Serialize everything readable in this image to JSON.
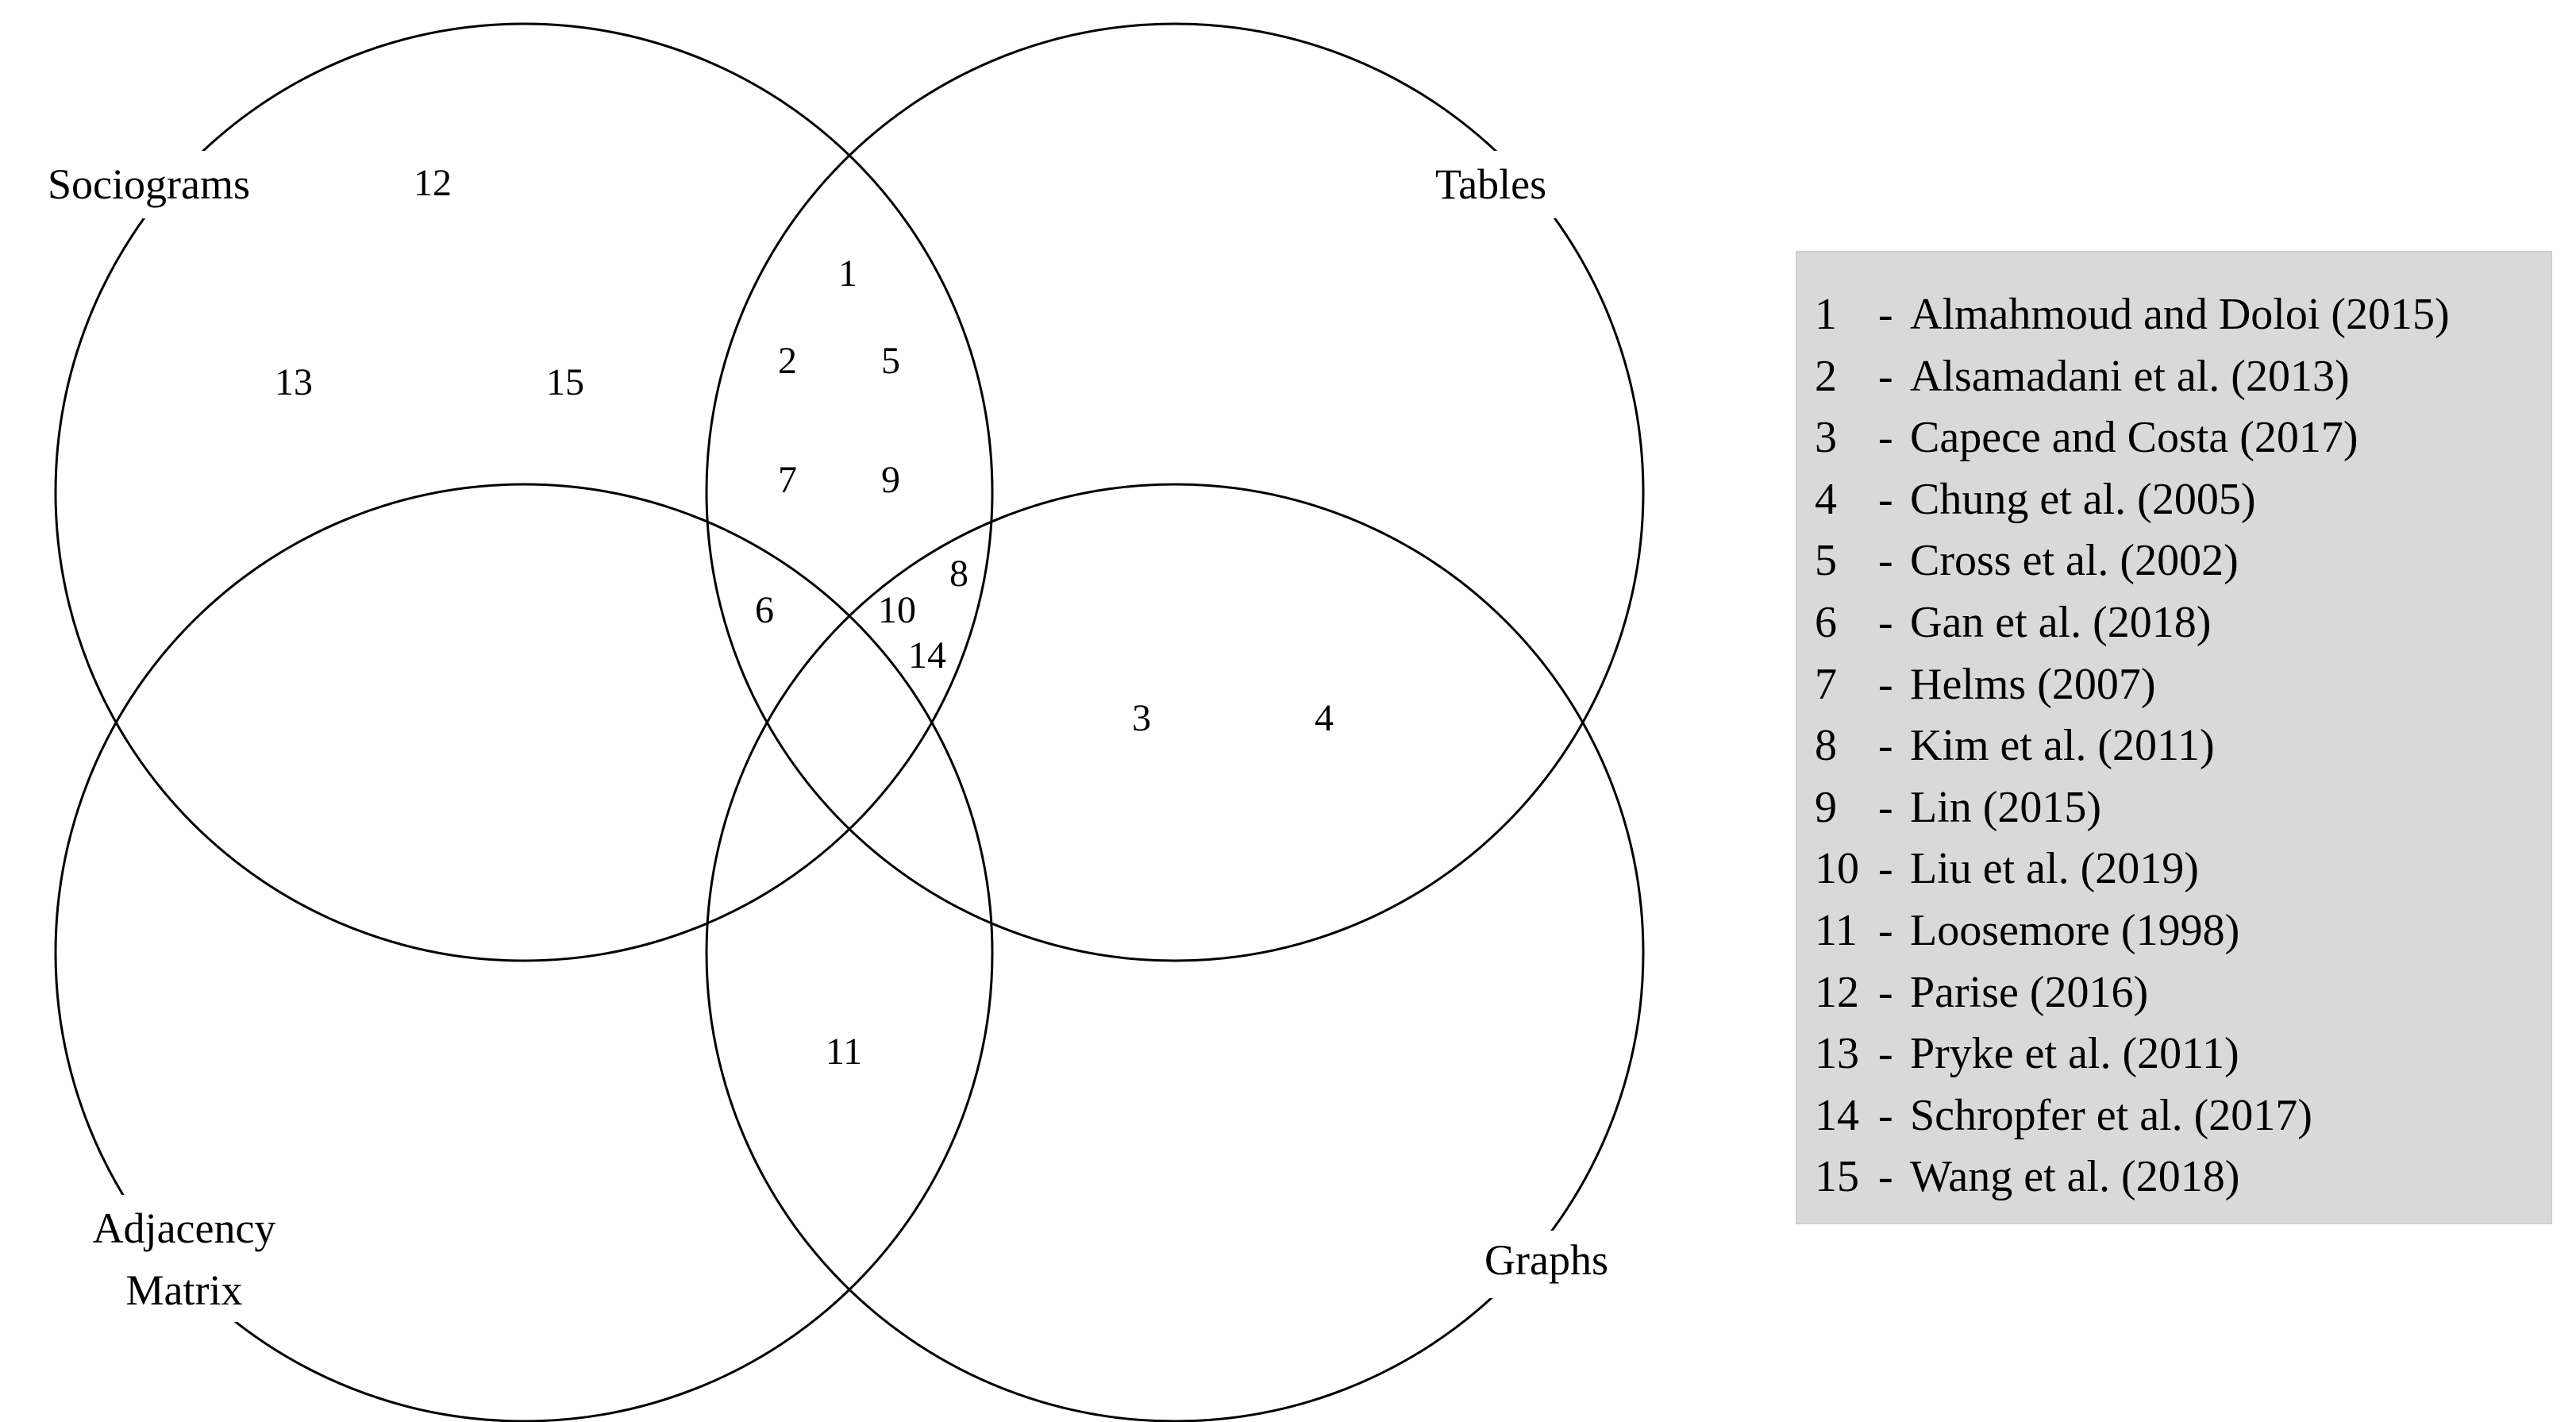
{
  "sets": {
    "sociograms": "Sociograms",
    "tables": "Tables",
    "adjacency_matrix": [
      "Adjacency",
      "Matrix"
    ],
    "graphs": "Graphs"
  },
  "region_numbers": {
    "sociograms_only": [
      "12",
      "13",
      "15"
    ],
    "sociograms_and_tables": [
      "1",
      "2",
      "5",
      "7",
      "9"
    ],
    "sociograms_tables_adjacency": [
      "6"
    ],
    "sociograms_tables_graphs": [
      "8",
      "14"
    ],
    "all_four": [
      "10"
    ],
    "tables_and_graphs": [
      "3",
      "4"
    ],
    "adjacency_and_graphs": [
      "11"
    ]
  },
  "legend": [
    {
      "num": "1",
      "ref": "Almahmoud and Doloi (2015)"
    },
    {
      "num": "2",
      "ref": "Alsamadani et al. (2013)"
    },
    {
      "num": "3",
      "ref": "Capece and Costa (2017)"
    },
    {
      "num": "4",
      "ref": "Chung et al. (2005)"
    },
    {
      "num": "5",
      "ref": "Cross et al. (2002)"
    },
    {
      "num": "6",
      "ref": "Gan et al. (2018)"
    },
    {
      "num": "7",
      "ref": "Helms (2007)"
    },
    {
      "num": "8",
      "ref": "Kim et al. (2011)"
    },
    {
      "num": "9",
      "ref": "Lin (2015)"
    },
    {
      "num": "10",
      "ref": "Liu et al. (2019)"
    },
    {
      "num": "11",
      "ref": "Loosemore (1998)"
    },
    {
      "num": "12",
      "ref": "Parise (2016)"
    },
    {
      "num": "13",
      "ref": "Pryke et al. (2011)"
    },
    {
      "num": "14",
      "ref": "Schropfer et al. (2017)"
    },
    {
      "num": "15",
      "ref": "Wang et al. (2018)"
    }
  ],
  "legend_separator": "-",
  "colors": {
    "legend_background": "#d9d9d9",
    "lines": "#000000"
  }
}
